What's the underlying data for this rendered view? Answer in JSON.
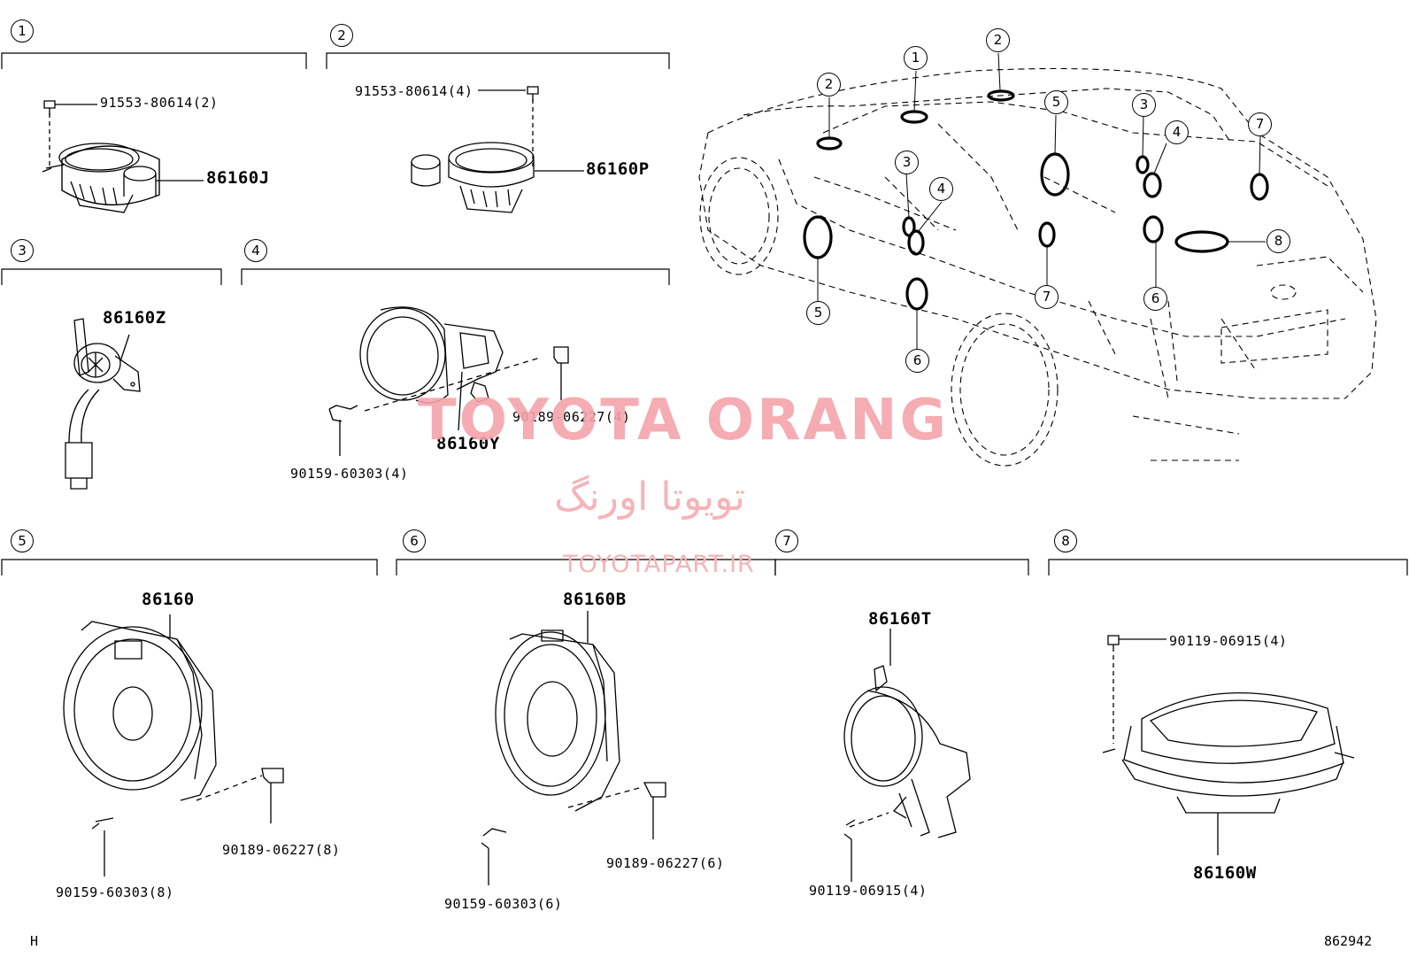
{
  "sections": [
    {
      "num": "1",
      "part": "86160J",
      "fasteners": [
        "91553-80614(2)"
      ]
    },
    {
      "num": "2",
      "part": "86160P",
      "fasteners": [
        "91553-80614(4)"
      ]
    },
    {
      "num": "3",
      "part": "86160Z",
      "fasteners": []
    },
    {
      "num": "4",
      "part": "86160Y",
      "fasteners": [
        "90189-06227(4)",
        "90159-60303(4)"
      ]
    },
    {
      "num": "5",
      "part": "86160",
      "fasteners": [
        "90189-06227(8)",
        "90159-60303(8)"
      ]
    },
    {
      "num": "6",
      "part": "86160B",
      "fasteners": [
        "90189-06227(6)",
        "90159-60303(6)"
      ]
    },
    {
      "num": "7",
      "part": "86160T",
      "fasteners": [
        "90119-06915(4)"
      ]
    },
    {
      "num": "8",
      "part": "86160W",
      "fasteners": [
        "90119-06915(4)"
      ]
    }
  ],
  "car_callouts": [
    "1",
    "2",
    "2",
    "3",
    "3",
    "4",
    "4",
    "5",
    "5",
    "6",
    "6",
    "7",
    "7",
    "8"
  ],
  "watermark": {
    "brand": "TOYOTA ORANG",
    "persian": "تویوتا اورنگ",
    "url": "TOYOTAPART.IR"
  },
  "footer": {
    "left_code": "H",
    "right_code": "862942"
  },
  "colors": {
    "watermark": "#f4a4ab",
    "line": "#000000",
    "highlight_ring": "#000000"
  }
}
